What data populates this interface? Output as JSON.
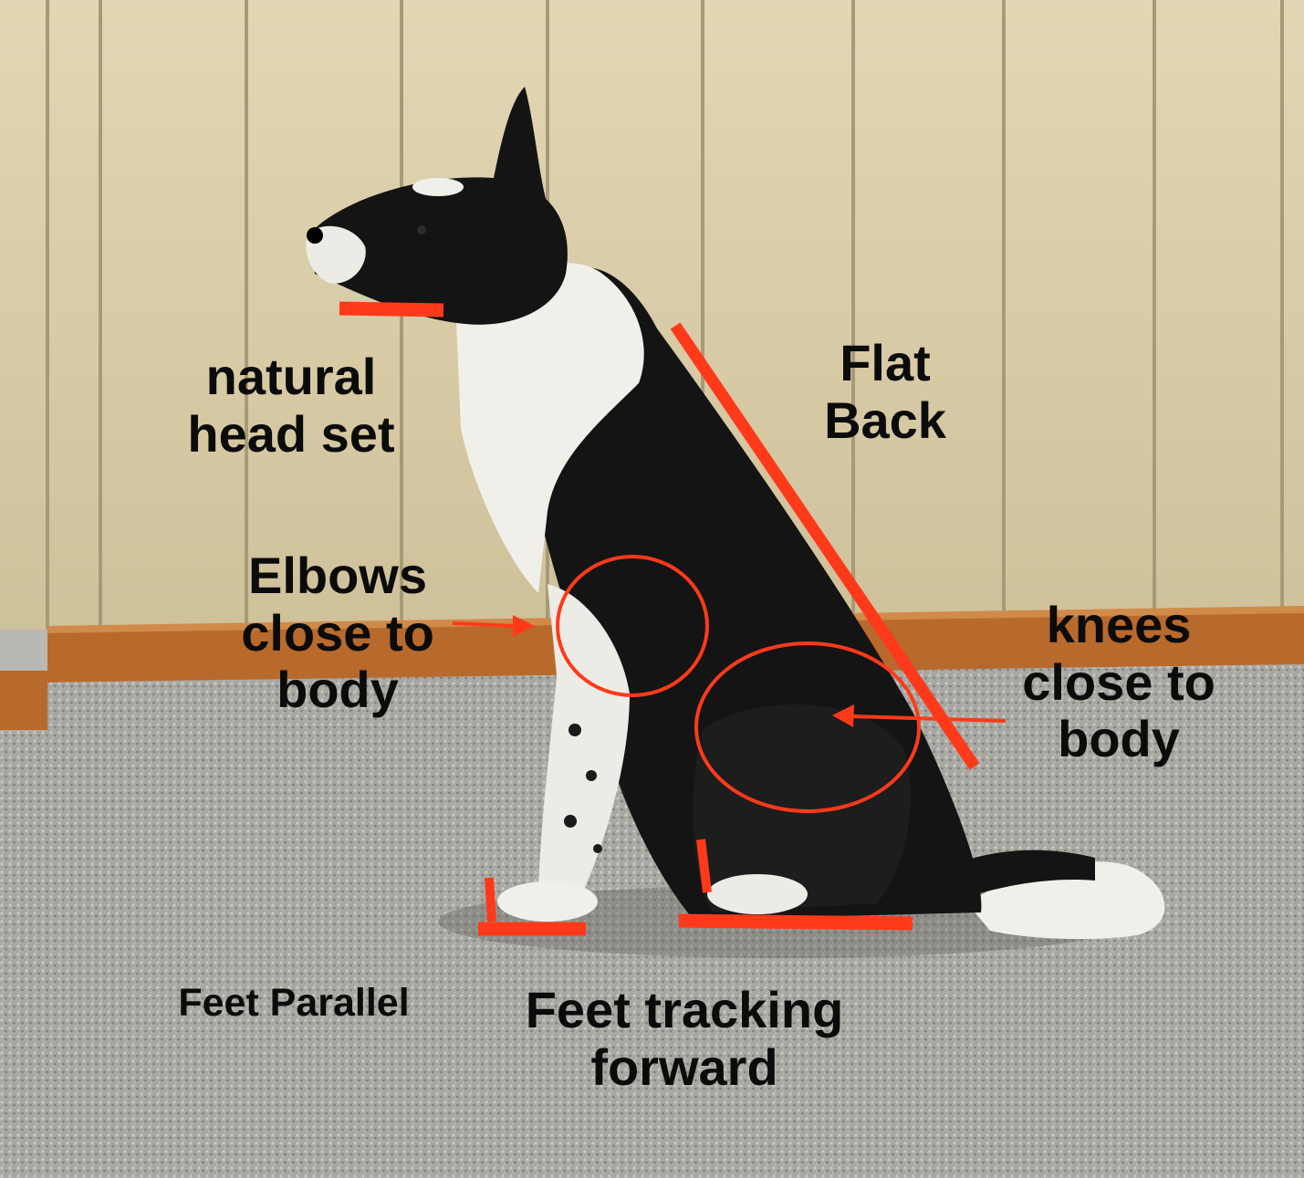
{
  "annotations": {
    "head": {
      "lines": [
        "natural",
        "head set"
      ]
    },
    "back": {
      "lines": [
        "Flat",
        "Back"
      ]
    },
    "elbows": {
      "lines": [
        "Elbows",
        "close to",
        "body"
      ]
    },
    "knees": {
      "lines": [
        "knees",
        "close to",
        "body"
      ]
    },
    "feet_parallel": {
      "lines": [
        "Feet Parallel"
      ]
    },
    "feet_tracking": {
      "lines": [
        "Feet tracking",
        "forward"
      ]
    }
  },
  "colors": {
    "annotation": "#ff3a1a",
    "text": "#0b0b0b",
    "wall": "#d8cba6",
    "baseboard": "#b8692c",
    "carpet": "#a9a8a2"
  }
}
